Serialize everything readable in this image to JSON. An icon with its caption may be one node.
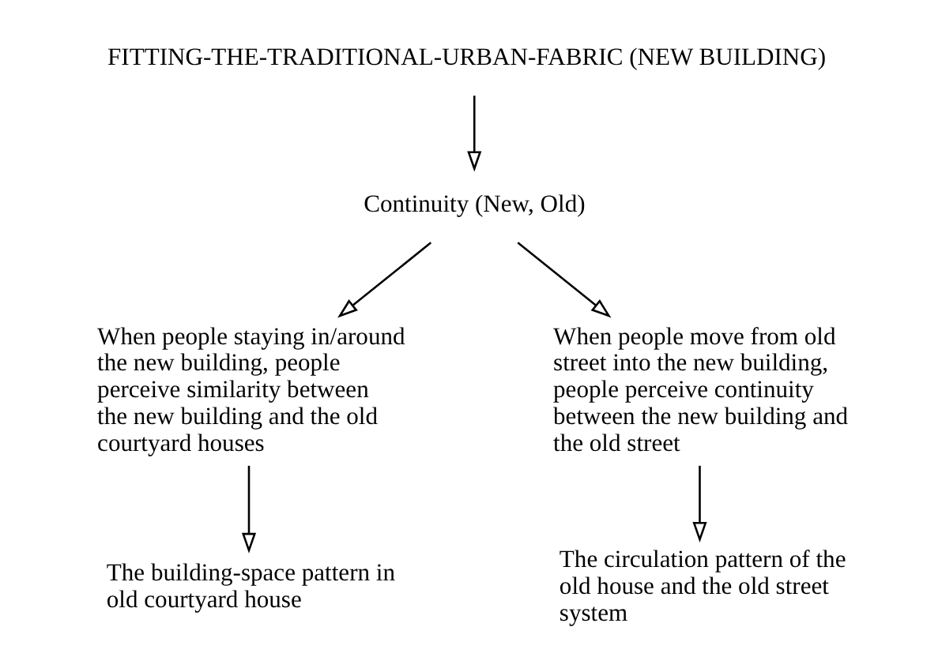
{
  "diagram": {
    "nodes": [
      {
        "text": [
          "FITTING-THE-TRADITIONAL-URBAN-FABRIC (NEW BUILDING)"
        ]
      },
      {
        "text": [
          "Continuity (New, Old)"
        ]
      },
      {
        "text": [
          "When people staying in/around the new building, people perceive similarity between the new building and the old courtyard houses"
        ]
      },
      {
        "text": [
          "When people move from old street into the new building, people perceive continuity between the new building and the old street"
        ]
      },
      {
        "text": [
          "The building-space pattern in old courtyard house"
        ]
      },
      {
        "text": [
          "The circulation pattern of the old house and the old street system"
        ]
      }
    ],
    "edges": [
      {
        "from": 0,
        "to": 1,
        "arrow": "to"
      },
      {
        "from": 1,
        "to": 2,
        "arrow": "to"
      },
      {
        "from": 1,
        "to": 3,
        "arrow": "to"
      },
      {
        "from": 2,
        "to": 4,
        "arrow": "to"
      },
      {
        "from": 3,
        "to": 5,
        "arrow": "to"
      }
    ]
  }
}
